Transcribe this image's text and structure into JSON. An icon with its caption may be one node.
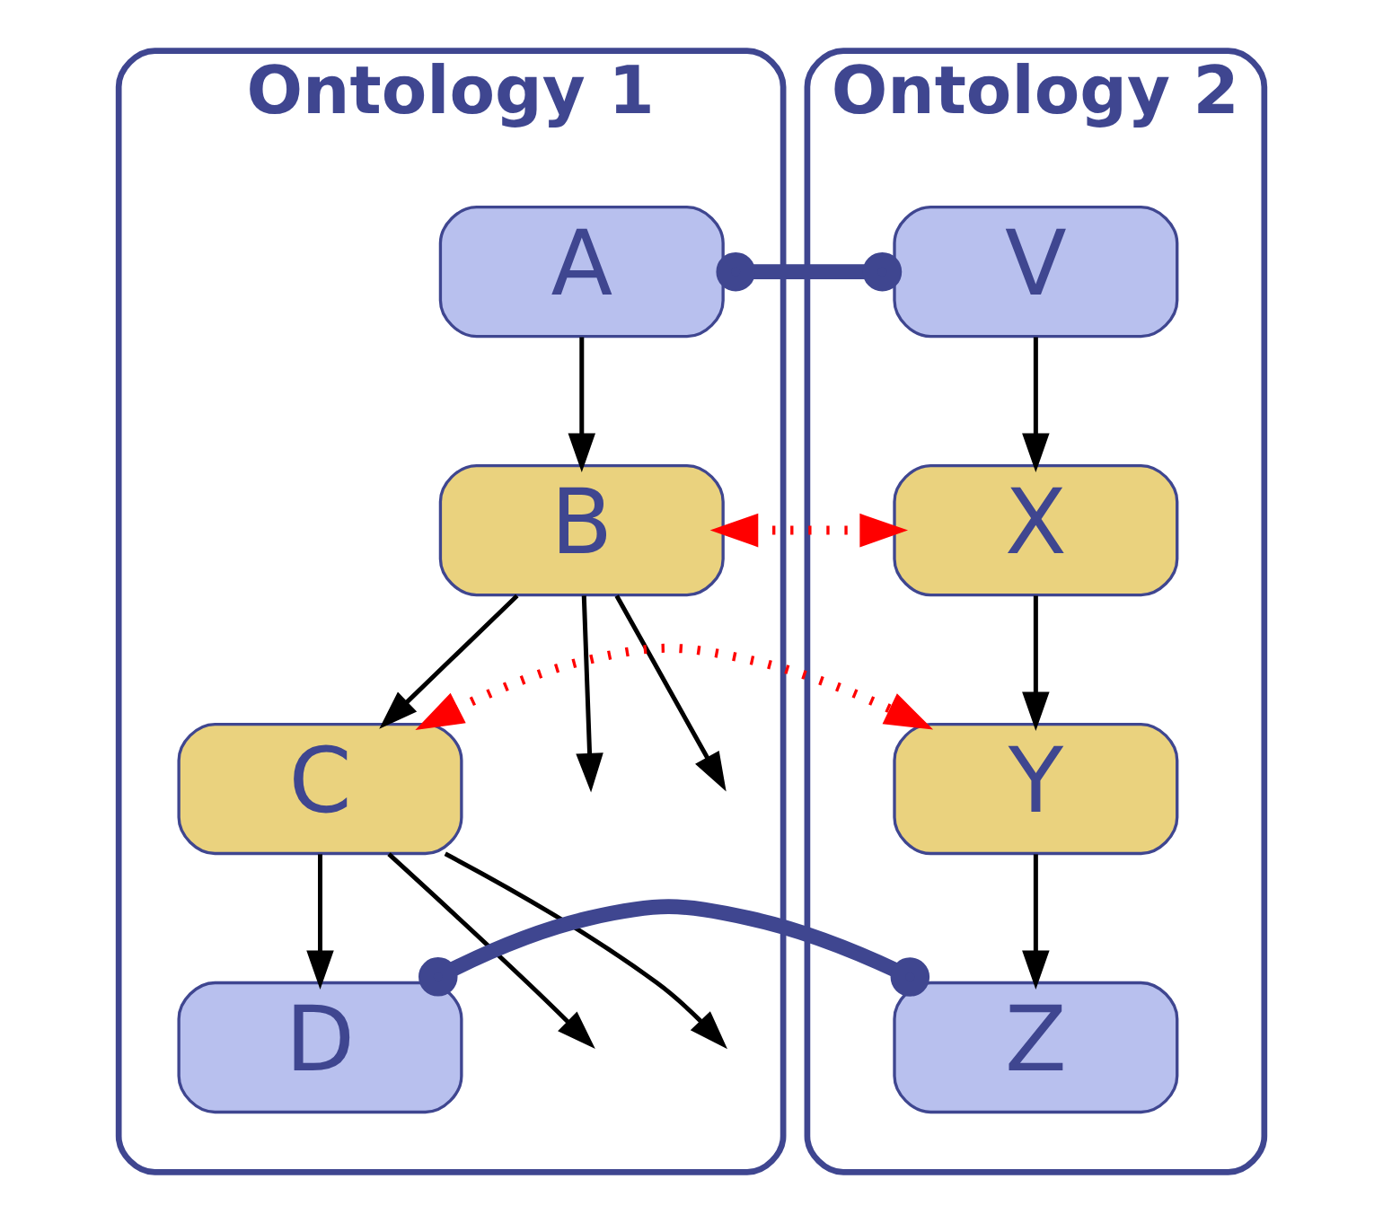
{
  "diagram": {
    "nodes": [
      {
        "text": [
          "Ontology 1"
        ]
      },
      {
        "text": [
          "A"
        ],
        "in": 0
      },
      {
        "text": [
          "B"
        ],
        "in": 0
      },
      {
        "text": [
          "C"
        ],
        "in": 0
      },
      {
        "text": [
          "D"
        ],
        "in": 0
      },
      {
        "text": [
          "Ontology 2"
        ]
      },
      {
        "text": [
          "V"
        ],
        "in": 5
      },
      {
        "text": [
          "X"
        ],
        "in": 5
      },
      {
        "text": [
          "Y"
        ],
        "in": 5
      },
      {
        "text": [
          "Z"
        ],
        "in": 5
      }
    ],
    "edges": [
      {
        "from": 1,
        "to": 2,
        "arrow": "to"
      },
      {
        "from": 2,
        "to": null,
        "arrow": "to"
      },
      {
        "from": 2,
        "to": 3,
        "arrow": "to"
      },
      {
        "from": 2,
        "to": null,
        "arrow": "to"
      },
      {
        "from": 3,
        "to": null,
        "arrow": "to"
      },
      {
        "from": 3,
        "to": 4,
        "arrow": "to"
      },
      {
        "from": 3,
        "to": null,
        "arrow": "to"
      },
      {
        "from": 6,
        "to": 7,
        "arrow": "to"
      },
      {
        "from": 7,
        "to": 8,
        "arrow": "to"
      },
      {
        "from": 8,
        "to": 9,
        "arrow": "to"
      },
      {
        "from": 1,
        "to": 6,
        "arrow": "other",
        "style": "thick",
        "color": "#3f4690"
      },
      {
        "from": 2,
        "to": 7,
        "arrow": "both",
        "style": "dashed",
        "color": "#ff0000"
      },
      {
        "from": 3,
        "to": 8,
        "arrow": "both",
        "style": "dashed",
        "color": "#ff0000"
      },
      {
        "from": 4,
        "to": 9,
        "arrow": "other",
        "style": "thick",
        "color": "#3f4690"
      }
    ]
  }
}
